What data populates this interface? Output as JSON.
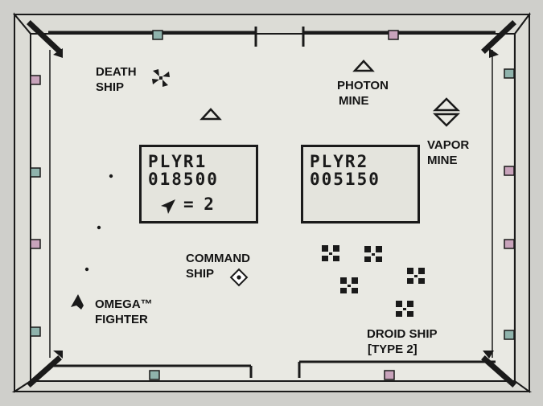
{
  "scoreboard": {
    "player1": {
      "label": "PLYR1",
      "score": "018500",
      "lives": "= 2"
    },
    "player2": {
      "label": "PLYR2",
      "score": "005150"
    }
  },
  "legend": {
    "death_ship": [
      "DEATH",
      "SHIP"
    ],
    "photon_mine": [
      "PHOTON",
      "MINE"
    ],
    "vapor_mine": [
      "VAPOR",
      "MINE"
    ],
    "command_ship": [
      "COMMAND",
      "SHIP"
    ],
    "omega_fighter": [
      "OMEGA™",
      "FIGHTER"
    ],
    "droid_ship": [
      "DROID SHIP",
      "[TYPE 2]"
    ]
  },
  "icons": {
    "death_ship": "death-ship-icon",
    "photon_mine": "photon-mine-icon",
    "vapor_mine": "vapor-mine-icon",
    "command_ship": "command-ship-icon",
    "omega_fighter": "omega-fighter-icon",
    "droid_ship": "droid-ship-icon",
    "reserve_ship": "reserve-ship-icon"
  },
  "colors": {
    "background": "#cfcfcb",
    "playfield": "#e9e9e3",
    "ink": "#141414",
    "gate_pink": "#c8a3bb",
    "gate_teal": "#8fb3ac"
  }
}
